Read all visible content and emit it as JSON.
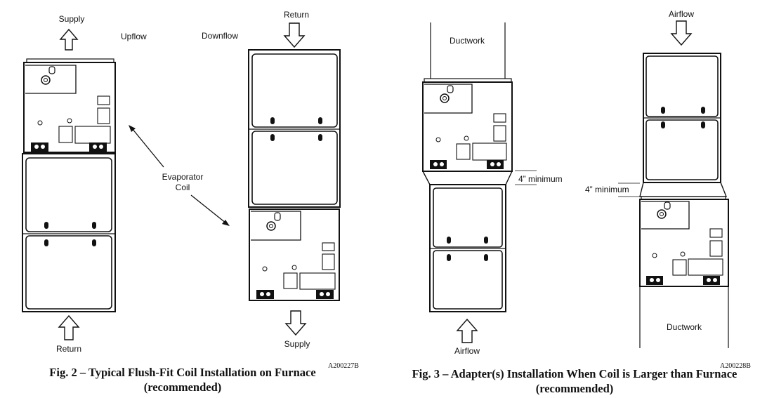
{
  "fig2": {
    "upflow_supply": "Supply",
    "upflow_title": "Upflow",
    "upflow_return": "Return",
    "downflow_title": "Downflow",
    "downflow_return": "Return",
    "downflow_supply": "Supply",
    "coil_label_line1": "Evaporator",
    "coil_label_line2": "Coil",
    "code": "A200227B",
    "caption_line1": "Fig. 2 – Typical Flush-Fit Coil Installation on Furnace",
    "caption_line2": "(recommended)"
  },
  "fig3": {
    "left_ductwork": "Ductwork",
    "left_minimum": "4” minimum",
    "left_airflow": "Airflow",
    "right_airflow": "Airflow",
    "right_minimum": "4” minimum",
    "right_ductwork": "Ductwork",
    "code": "A200228B",
    "caption_line1": "Fig. 3 – Adapter(s) Installation When Coil is Larger than Furnace",
    "caption_line2": "(recommended)"
  }
}
